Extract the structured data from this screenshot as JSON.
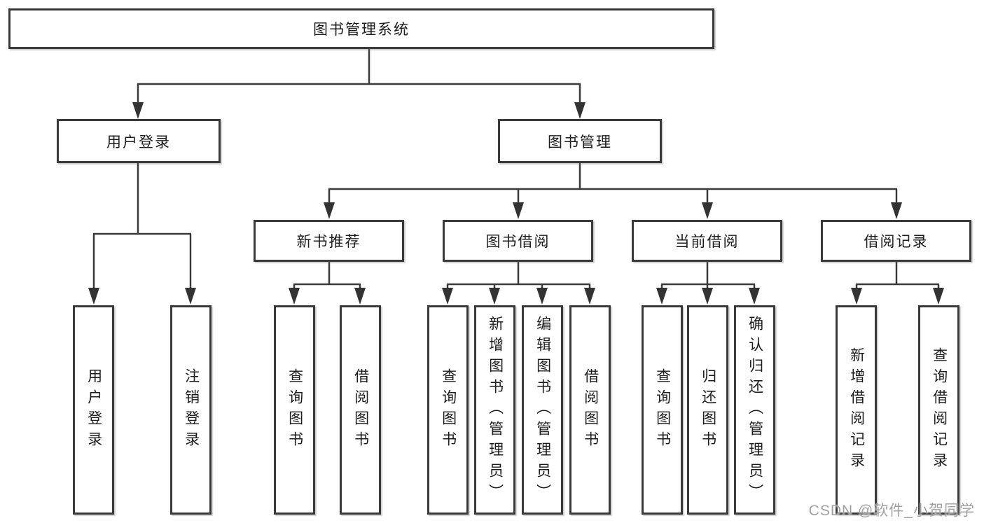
{
  "tree": {
    "label": "图书管理系统",
    "children": [
      {
        "label": "用户登录",
        "children": [
          {
            "label": "用户登录"
          },
          {
            "label": "注销登录"
          }
        ]
      },
      {
        "label": "图书管理",
        "children": [
          {
            "label": "新书推荐",
            "children": [
              {
                "label": "查询图书"
              },
              {
                "label": "借阅图书"
              }
            ]
          },
          {
            "label": "图书借阅",
            "children": [
              {
                "label": "查询图书"
              },
              {
                "label": "新增图书（管理员）"
              },
              {
                "label": "编辑图书（管理员）"
              },
              {
                "label": "借阅图书"
              }
            ]
          },
          {
            "label": "当前借阅",
            "children": [
              {
                "label": "查询图书"
              },
              {
                "label": "归还图书"
              },
              {
                "label": "确认归还（管理员）"
              }
            ]
          },
          {
            "label": "借阅记录",
            "children": [
              {
                "label": "新增借阅记录"
              },
              {
                "label": "查询借阅记录"
              }
            ]
          }
        ]
      }
    ]
  },
  "watermark": {
    "text": "CSDN @软件_小贺同学"
  },
  "colors": {
    "line": "#3a3a3a",
    "text": "#1c1c1c",
    "box_background": "#ffffff",
    "watermark": "#9b9b9b",
    "background": "#ffffff"
  }
}
